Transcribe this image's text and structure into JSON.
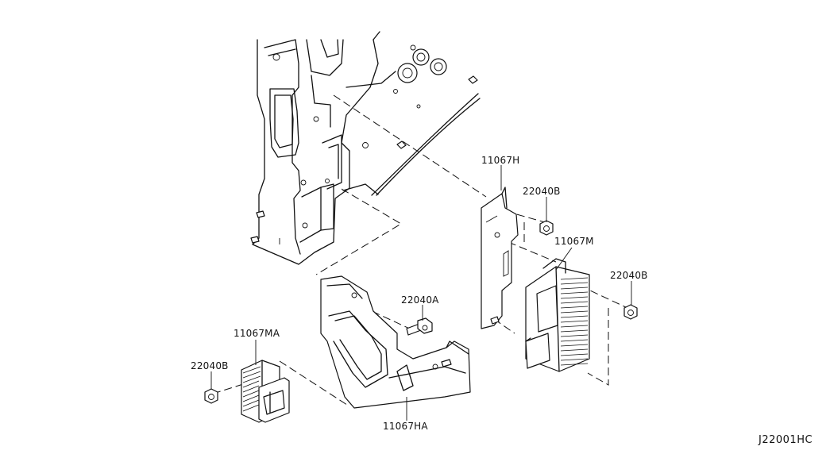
{
  "parts": {
    "bracket_upper": "11067H",
    "nut_upper_right": "22040B",
    "module_right": "11067M",
    "nut_far_right": "22040B",
    "bolt_center": "22040A",
    "module_left": "11067MA",
    "nut_left": "22040B",
    "bracket_lower": "11067HA"
  },
  "diagram_code": "J22001HC"
}
